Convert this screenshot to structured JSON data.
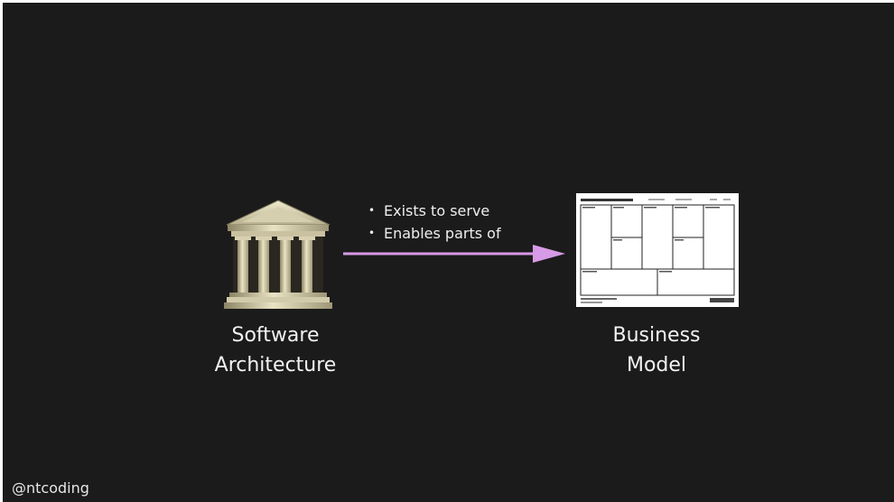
{
  "bullets": [
    "Exists to serve",
    "Enables parts of"
  ],
  "left": {
    "line1": "Software",
    "line2": "Architecture",
    "icon": "classical-building-icon"
  },
  "right": {
    "line1": "Business",
    "line2": "Model",
    "image": "business-model-canvas-thumbnail"
  },
  "footer": {
    "handle": "@ntcoding"
  },
  "colors": {
    "background": "#1b1b1b",
    "arrow": "#d79ae6",
    "text": "#f2f2f2"
  }
}
